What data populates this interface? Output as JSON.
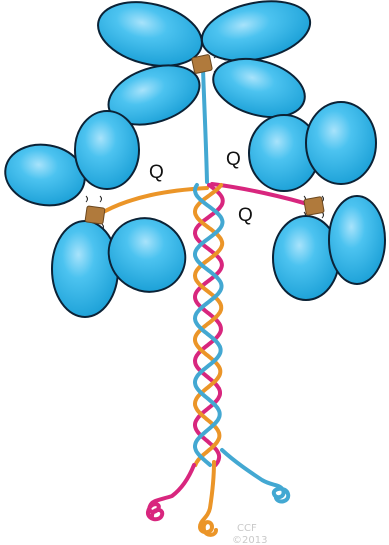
{
  "labels": {
    "q_left": "Q",
    "q_right_top": "Q",
    "q_right_bottom": "Q"
  },
  "credit": {
    "line1": "CCF",
    "line2": "©2013"
  },
  "colors": {
    "lobe_fill": "#2bb5ea",
    "lobe_edge": "#0b2236",
    "lobe_highlight": "#a8e3fb",
    "hinge": "#b07a3c",
    "strand_blue": "#43a8d2",
    "strand_orange": "#eb9528",
    "strand_magenta": "#d8267e",
    "background": "#ffffff"
  },
  "structure": {
    "domain_groups": 3,
    "lobes_per_group": 4,
    "strands": [
      "blue",
      "orange",
      "magenta"
    ]
  }
}
